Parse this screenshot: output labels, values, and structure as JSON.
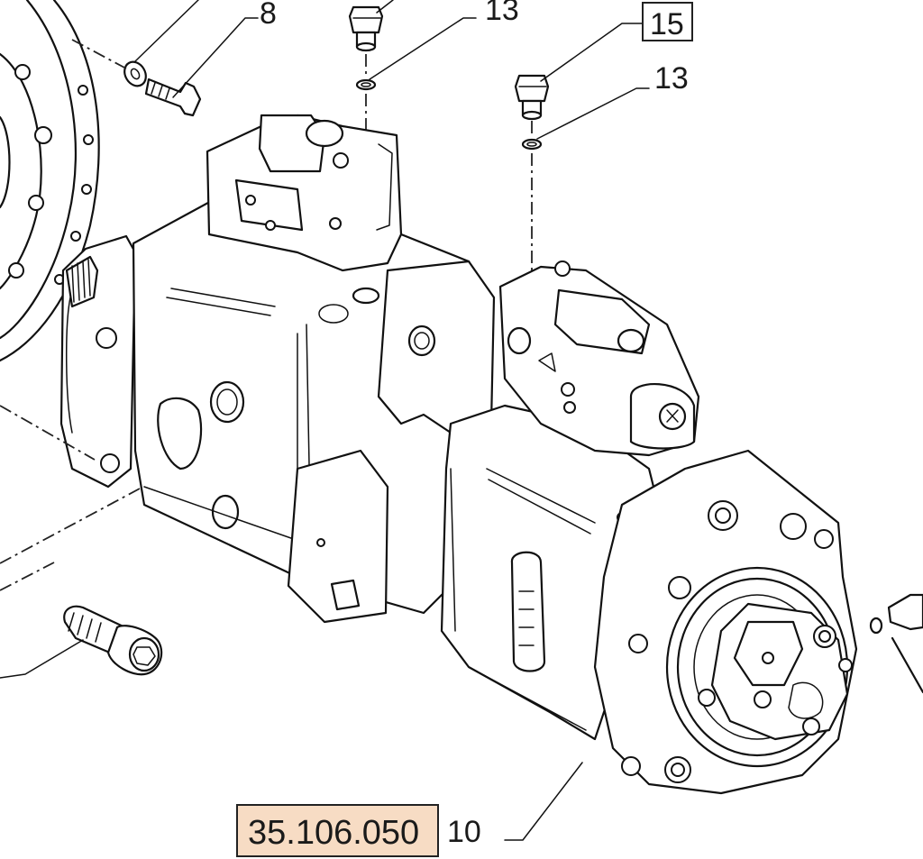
{
  "diagram": {
    "callouts": {
      "c8": "8",
      "c13a": "13",
      "c15": "15",
      "c13b": "13",
      "c10": "10"
    },
    "reference": {
      "code": "35.106.050",
      "highlight_color": "#f7dcc4",
      "border_color": "#222222"
    }
  }
}
